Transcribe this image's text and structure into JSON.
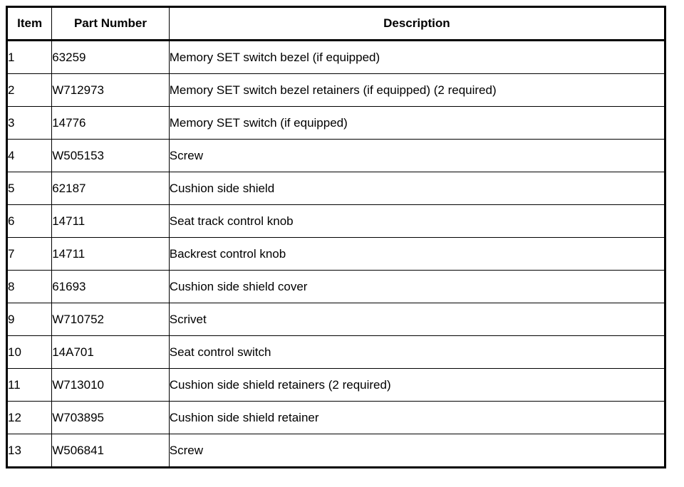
{
  "table": {
    "columns": [
      {
        "key": "item",
        "label": "Item",
        "align": "center"
      },
      {
        "key": "part_number",
        "label": "Part Number",
        "align": "center"
      },
      {
        "key": "description",
        "label": "Description",
        "align": "center"
      }
    ],
    "rows": [
      {
        "item": "1",
        "part_number": "63259",
        "description": "Memory SET switch bezel (if equipped)"
      },
      {
        "item": "2",
        "part_number": "W712973",
        "description": "Memory SET switch bezel retainers (if equipped) (2 required)"
      },
      {
        "item": "3",
        "part_number": "14776",
        "description": "Memory SET switch (if equipped)"
      },
      {
        "item": "4",
        "part_number": "W505153",
        "description": "Screw"
      },
      {
        "item": "5",
        "part_number": "62187",
        "description": "Cushion side shield"
      },
      {
        "item": "6",
        "part_number": "14711",
        "description": "Seat track control knob"
      },
      {
        "item": "7",
        "part_number": "14711",
        "description": "Backrest control knob"
      },
      {
        "item": "8",
        "part_number": "61693",
        "description": "Cushion side shield cover"
      },
      {
        "item": "9",
        "part_number": "W710752",
        "description": "Scrivet"
      },
      {
        "item": "10",
        "part_number": "14A701",
        "description": "Seat control switch"
      },
      {
        "item": "11",
        "part_number": "W713010",
        "description": "Cushion side shield retainers (2 required)"
      },
      {
        "item": "12",
        "part_number": "W703895",
        "description": "Cushion side shield retainer"
      },
      {
        "item": "13",
        "part_number": "W506841",
        "description": "Screw"
      }
    ],
    "colors": {
      "border": "#000000",
      "text": "#000000",
      "background": "#ffffff"
    }
  }
}
